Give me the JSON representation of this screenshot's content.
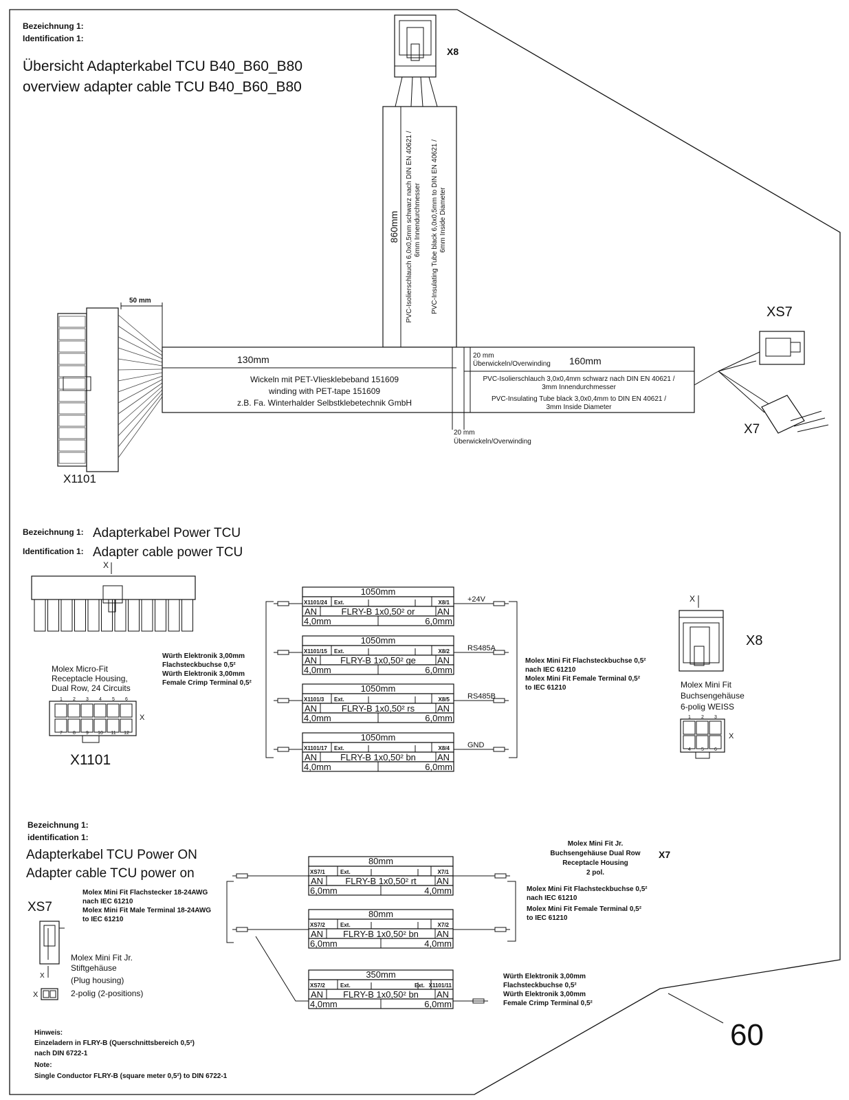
{
  "sheet_number": "60",
  "header": {
    "label_de": "Bezeichnung 1:",
    "label_en": "Identification 1:",
    "title_de": "Übersicht Adapterkabel TCU B40_B60_B80",
    "title_en": "overview adapter cable TCU B40_B60_B80"
  },
  "overview": {
    "conn_x8": "X8",
    "conn_xs7": "XS7",
    "conn_x7": "X7",
    "conn_x1101": "X1101",
    "dim_50": "50 mm",
    "dim_130": "130mm",
    "dim_860": "860mm",
    "dim_160": "160mm",
    "tube_vertical": [
      "PVC-Isolierschlauch 6,0x0,5mm schwarz nach DIN EN 40621 /",
      "6mm Innendurchmesser",
      "PVC-Insulating Tube black 6,0x0,5mm to DIN EN 40621 /",
      "6mm Inside Diameter"
    ],
    "winding": [
      "Wickeln mit PET-Vliesklebeband 151609",
      "winding with PET-tape 151609",
      "z.B. Fa. Winterhalder Selbstklebetechnik GmbH"
    ],
    "overwinding_top": [
      "20 mm",
      "Überwickeln/Overwinding"
    ],
    "overwinding_bottom": [
      "20 mm",
      "Überwickeln/Overwinding"
    ],
    "tube_right": [
      "PVC-Isolierschlauch 3,0x0,4mm schwarz nach DIN EN 40621 /",
      "3mm Innendurchmesser",
      "PVC-Insulating Tube black 3,0x0,4mm to DIN EN 40621 /",
      "3mm Inside Diameter"
    ]
  },
  "section_power": {
    "label_de": "Bezeichnung 1:",
    "label_en": "Identification 1:",
    "title_de": "Adapterkabel Power TCU",
    "title_en": "Adapter cable power TCU",
    "x_marker": "X",
    "left_housing": [
      "Molex Micro-Fit",
      "Receptacle Housing,",
      "Dual Row, 24 Circuits"
    ],
    "left_pin_top": [
      "1",
      "2",
      "3",
      "4",
      "5",
      "6"
    ],
    "left_pin_bottom": [
      "7",
      "8",
      "9",
      "10",
      "11",
      "12"
    ],
    "left_conn_name": "X1101",
    "left_terminal": [
      "Würth Elektronik 3,00mm",
      "Flachsteckbuchse 0,5²",
      "Würth Elektronik 3,00mm",
      "Female Crimp Terminal 0,5²"
    ],
    "right_terminal": [
      "Molex Mini Fit Flachsteckbuchse 0,5²",
      "nach IEC 61210",
      "Molex Mini Fit Female Terminal 0,5²",
      "to IEC 61210"
    ],
    "right_conn_name": "X8",
    "right_housing": [
      "Molex Mini Fit",
      "Buchsengehäuse",
      "6-polig WEISS"
    ],
    "right_pin_top": [
      "1",
      "2",
      "3"
    ],
    "right_pin_bottom": [
      "4",
      "5",
      "6"
    ],
    "wires": [
      {
        "length": "1050mm",
        "from": "X1101/24",
        "ext": "Ext.",
        "to": "X8/1",
        "spec": "FLRY-B 1x0,50² or",
        "an": "AN",
        "strip_left": "4,0mm",
        "strip_right": "6,0mm",
        "signal": "+24V"
      },
      {
        "length": "1050mm",
        "from": "X1101/15",
        "ext": "Ext.",
        "to": "X8/2",
        "spec": "FLRY-B 1x0,50² ge",
        "an": "AN",
        "strip_left": "4,0mm",
        "strip_right": "6,0mm",
        "signal": "RS485A"
      },
      {
        "length": "1050mm",
        "from": "X1101/3",
        "ext": "Ext.",
        "to": "X8/5",
        "spec": "FLRY-B 1x0,50² rs",
        "an": "AN",
        "strip_left": "4,0mm",
        "strip_right": "6,0mm",
        "signal": "RS485B"
      },
      {
        "length": "1050mm",
        "from": "X1101/17",
        "ext": "Ext.",
        "to": "X8/4",
        "spec": "FLRY-B 1x0,50² bn",
        "an": "AN",
        "strip_left": "4,0mm",
        "strip_right": "6,0mm",
        "signal": "GND"
      }
    ]
  },
  "section_poweron": {
    "label_de": "Bezeichnung 1:",
    "label_en": "identification 1:",
    "title_de": "Adapterkabel TCU Power ON",
    "title_en": "Adapter cable TCU power on",
    "xs7_name": "XS7",
    "x_marker": "X",
    "left_terminal": [
      "Molex Mini Fit Flachstecker 18-24AWG",
      "nach IEC 61210",
      "Molex Mini Fit Male Terminal 18-24AWG",
      "to IEC 61210"
    ],
    "plug_housing": [
      "Molex Mini Fit Jr.",
      "Stiftgehäuse",
      "(Plug housing)",
      "2-polig (2-positions)"
    ],
    "x7_housing": [
      "Molex Mini Fit Jr.",
      "Buchsengehäuse Dual Row",
      "Receptacle Housing",
      "2 pol."
    ],
    "x7_name": "X7",
    "right_terminal": [
      "Molex Mini Fit Flachsteckbuchse 0,5²",
      "nach IEC 61210",
      "Molex Mini Fit Female Terminal 0,5²",
      "to IEC 61210"
    ],
    "wurth_terminal": [
      "Würth Elektronik 3,00mm",
      "Flachsteckbuchse 0,5²",
      "Würth Elektronik 3,00mm",
      "Female Crimp Terminal 0,5²"
    ],
    "wires": [
      {
        "length": "80mm",
        "from": "XS7/1",
        "ext": "Ext.",
        "to": "X7/1",
        "spec": "FLRY-B 1x0,50² rt",
        "an": "AN",
        "strip_left": "6,0mm",
        "strip_right": "4,0mm"
      },
      {
        "length": "80mm",
        "from": "XS7/2",
        "ext": "Ext.",
        "to": "X7/2",
        "spec": "FLRY-B 1x0,50² bn",
        "an": "AN",
        "strip_left": "6,0mm",
        "strip_right": "4,0mm"
      },
      {
        "length": "350mm",
        "from": "XS7/2",
        "ext": "Ext.",
        "ext2": "Ext.",
        "to": "X1101/11",
        "spec": "FLRY-B 1x0,50² bn",
        "an": "AN",
        "strip_left": "4,0mm",
        "strip_right": "6,0mm"
      }
    ]
  },
  "notes": {
    "hinweis_title": "Hinweis:",
    "hinweis_lines": [
      "Einzeladern in FLRY-B (Querschnittsbereich 0,5²)",
      "nach DIN 6722-1"
    ],
    "note_title": "Note:",
    "note_lines": [
      "Single Conductor FLRY-B (square meter 0,5²) to DIN 6722-1"
    ]
  }
}
